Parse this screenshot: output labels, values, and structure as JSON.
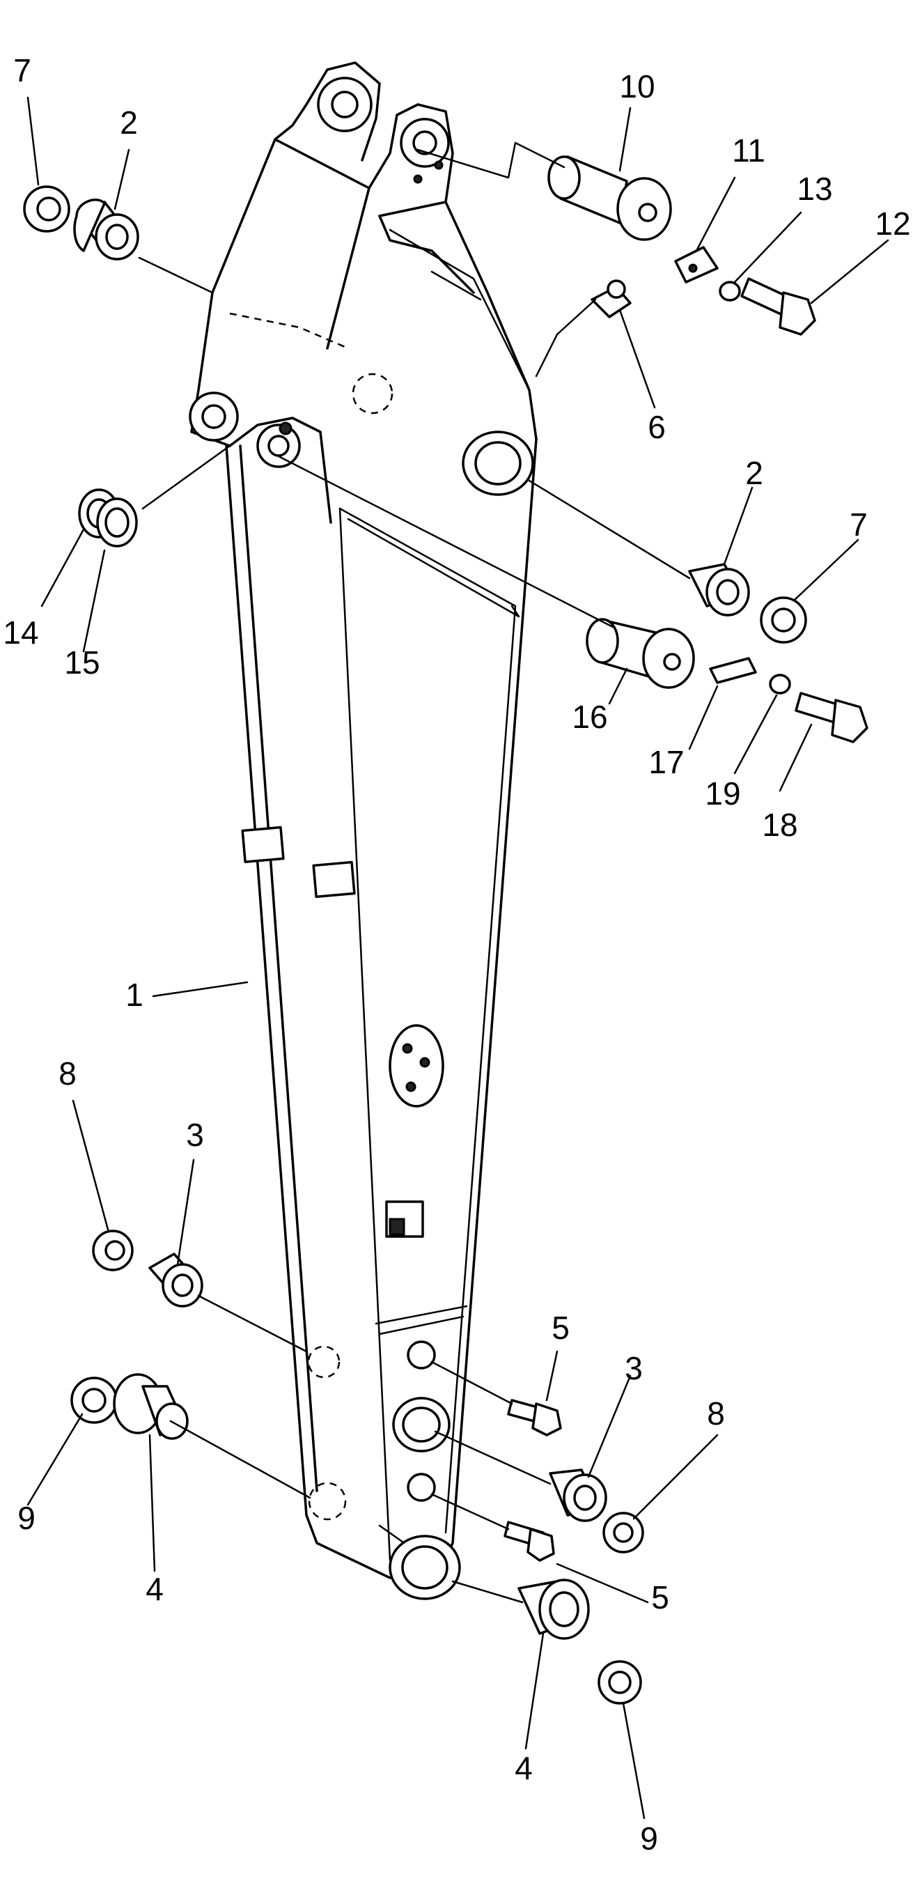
{
  "diagram": {
    "callouts": [
      {
        "id": "c7a",
        "text": "7"
      },
      {
        "id": "c2a",
        "text": "2"
      },
      {
        "id": "c10",
        "text": "10"
      },
      {
        "id": "c11",
        "text": "11"
      },
      {
        "id": "c13",
        "text": "13"
      },
      {
        "id": "c12",
        "text": "12"
      },
      {
        "id": "c6",
        "text": "6"
      },
      {
        "id": "c2b",
        "text": "2"
      },
      {
        "id": "c7b",
        "text": "7"
      },
      {
        "id": "c14",
        "text": "14"
      },
      {
        "id": "c15",
        "text": "15"
      },
      {
        "id": "c16",
        "text": "16"
      },
      {
        "id": "c17",
        "text": "17"
      },
      {
        "id": "c19",
        "text": "19"
      },
      {
        "id": "c18",
        "text": "18"
      },
      {
        "id": "c1",
        "text": "1"
      },
      {
        "id": "c8a",
        "text": "8"
      },
      {
        "id": "c3a",
        "text": "3"
      },
      {
        "id": "c5a",
        "text": "5"
      },
      {
        "id": "c3b",
        "text": "3"
      },
      {
        "id": "c8b",
        "text": "8"
      },
      {
        "id": "c9a",
        "text": "9"
      },
      {
        "id": "c4a",
        "text": "4"
      },
      {
        "id": "c5b",
        "text": "5"
      },
      {
        "id": "c4b",
        "text": "4"
      },
      {
        "id": "c9b",
        "text": "9"
      }
    ]
  }
}
